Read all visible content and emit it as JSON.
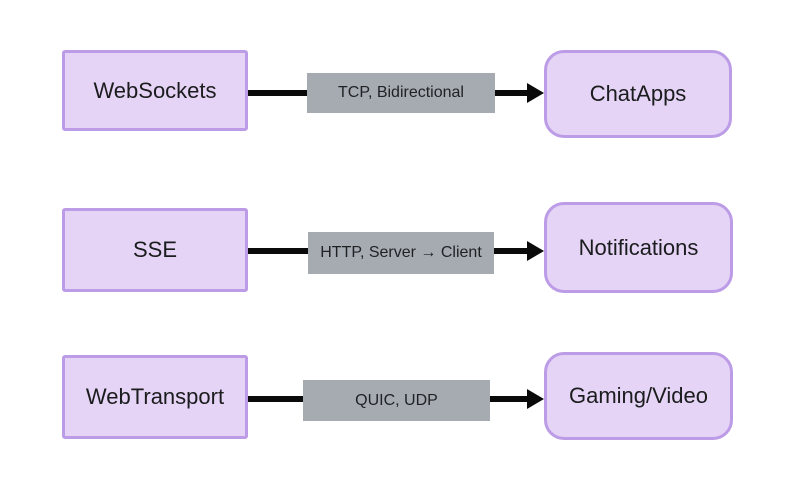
{
  "theme": {
    "canvas-bg": "#ffffff",
    "node-fill": "#e5d4f5",
    "node-border": "#bc9ce6",
    "label-fill": "#a6abb1",
    "connector": "#0a0a0a",
    "node-text": "#1b1c1e",
    "label-text": "#1f2124"
  },
  "rows": [
    {
      "source": "WebSockets",
      "protocol": "TCP, Bidirectional",
      "target": "ChatApps"
    },
    {
      "source": "SSE",
      "protocol": "HTTP, Server →  Client",
      "target": "Notifications"
    },
    {
      "source": "WebTransport",
      "protocol": "QUIC, UDP",
      "target": "Gaming/Video"
    }
  ]
}
